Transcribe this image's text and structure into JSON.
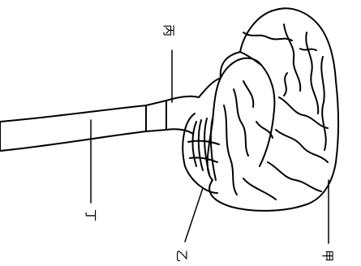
{
  "labels": {
    "jia": "甲",
    "yi": "乙",
    "bing": "丙",
    "ding": "丁"
  },
  "colors": {
    "stroke": "#000000",
    "background": "#ffffff"
  }
}
